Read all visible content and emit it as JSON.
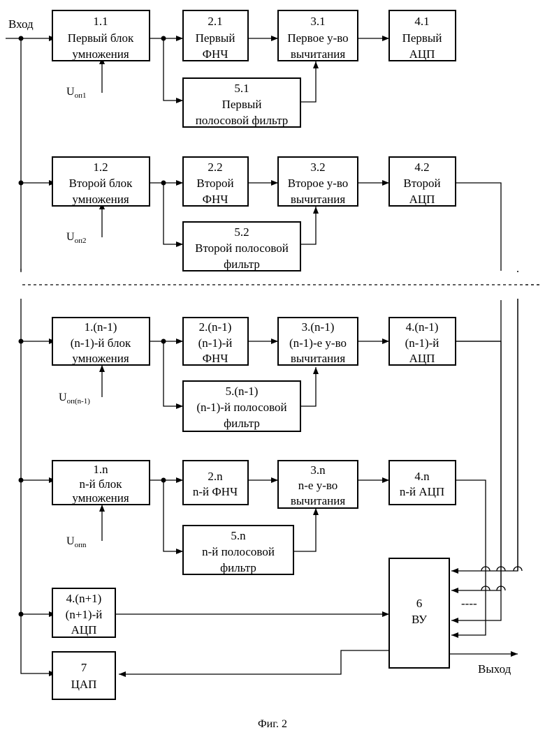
{
  "labels": {
    "input": "Вход",
    "output": "Выход",
    "caption": "Фиг. 2",
    "ellipsis": "----"
  },
  "refs": [
    {
      "base": "U",
      "sub": "оп1"
    },
    {
      "base": "U",
      "sub": "оп2"
    },
    {
      "base": "U",
      "sub": "оп(n-1)"
    },
    {
      "base": "U",
      "sub": "опn"
    }
  ],
  "blocks": {
    "b1_1": [
      "1.1",
      "Первый блок",
      "умножения"
    ],
    "b2_1": [
      "2.1",
      "Первый",
      "ФНЧ"
    ],
    "b3_1": [
      "3.1",
      "Первое у-во",
      "вычитания"
    ],
    "b4_1": [
      "4.1",
      "Первый",
      "АЦП"
    ],
    "b5_1": [
      "5.1",
      "Первый",
      "полосовой фильтр"
    ],
    "b1_2": [
      "1.2",
      "Второй блок",
      "умножения"
    ],
    "b2_2": [
      "2.2",
      "Второй",
      "ФНЧ"
    ],
    "b3_2": [
      "3.2",
      "Второе у-во",
      "вычитания"
    ],
    "b4_2": [
      "4.2",
      "Второй",
      "АЦП"
    ],
    "b5_2": [
      "5.2",
      "Второй полосовой",
      "фильтр"
    ],
    "b1_n1": [
      "1.(n-1)",
      "(n-1)-й блок",
      "умножения"
    ],
    "b2_n1": [
      "2.(n-1)",
      "(n-1)-й",
      "ФНЧ"
    ],
    "b3_n1": [
      "3.(n-1)",
      "(n-1)-е у-во",
      "вычитания"
    ],
    "b4_n1": [
      "4.(n-1)",
      "(n-1)-й",
      "АЦП"
    ],
    "b5_n1": [
      "5.(n-1)",
      "(n-1)-й полосовой",
      "фильтр"
    ],
    "b1_n": [
      "1.n",
      "n-й блок",
      "умножения"
    ],
    "b2_n": [
      "2.n",
      "n-й ФНЧ"
    ],
    "b3_n": [
      "3.n",
      "n-е у-во",
      "вычитания"
    ],
    "b4_n": [
      "4.n",
      "n-й АЦП"
    ],
    "b5_n": [
      "5.n",
      "n-й полосовой",
      "фильтр"
    ],
    "b4_np1": [
      "4.(n+1)",
      "(n+1)-й",
      "АЦП"
    ],
    "b6": [
      "6",
      "ВУ"
    ],
    "b7": [
      "7",
      "ЦАП"
    ]
  }
}
